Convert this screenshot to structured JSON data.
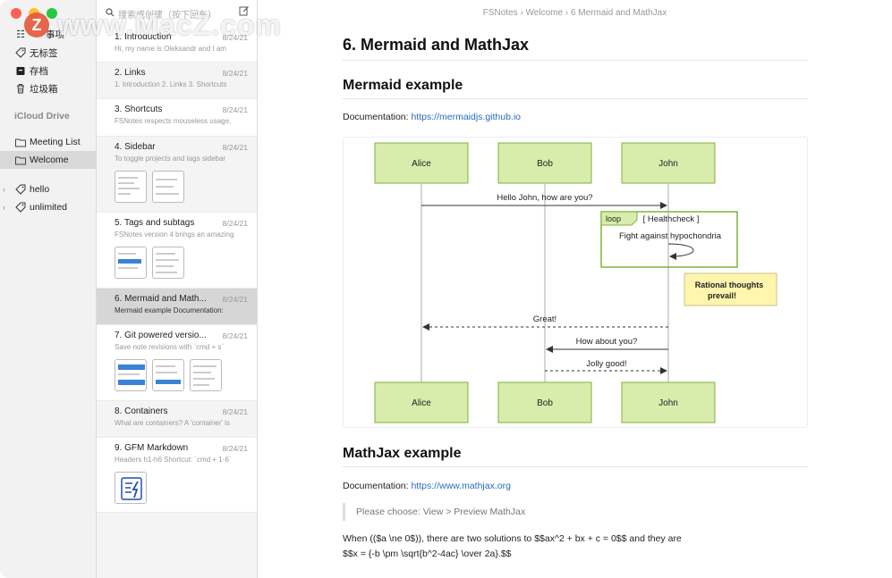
{
  "sidebar": {
    "items": [
      {
        "label": "事项",
        "icon": "list-icon"
      },
      {
        "label": "无标签",
        "icon": "tag-icon"
      },
      {
        "label": "存档",
        "icon": "archive-icon"
      },
      {
        "label": "垃圾箱",
        "icon": "trash-icon"
      }
    ],
    "section": "iCloud Drive",
    "folders": [
      {
        "label": "Meeting List",
        "icon": "folder-icon"
      },
      {
        "label": "Welcome",
        "icon": "folder-icon"
      }
    ],
    "tags": [
      {
        "label": "hello",
        "icon": "tag-icon"
      },
      {
        "label": "unlimited",
        "icon": "tag-icon"
      }
    ]
  },
  "notelist": {
    "search_placeholder": "搜索或创建（按下回车）",
    "notes": [
      {
        "title": "1. Introduction",
        "date": "8/24/21",
        "preview": "Hi, my name is Oleksandr and I am"
      },
      {
        "title": "2. Links",
        "date": "8/24/21",
        "preview": "1. Introduction 2. Links 3. Shortcuts"
      },
      {
        "title": "3. Shortcuts",
        "date": "8/24/21",
        "preview": "FSNotes respects mouseless usage,"
      },
      {
        "title": "4. Sidebar",
        "date": "8/24/21",
        "preview": "To toggle projects and tags sidebar"
      },
      {
        "title": "5. Tags and subtags",
        "date": "8/24/21",
        "preview": "FSNotes version 4 brings an amazing"
      },
      {
        "title": "6. Mermaid and Math...",
        "date": "8/24/21",
        "preview": "Mermaid example Documentation:"
      },
      {
        "title": "7. Git powered versio...",
        "date": "8/24/21",
        "preview": "Save note revisions with `cmd + s`"
      },
      {
        "title": "8. Containers",
        "date": "8/24/21",
        "preview": "What are containers? A 'container' is"
      },
      {
        "title": "9. GFM Markdown",
        "date": "8/24/21",
        "preview": "Headers h1-h6 Shortcut: `cmd + 1-6`"
      }
    ]
  },
  "editor": {
    "breadcrumb": "FSNotes › Welcome › 6 Mermaid and MathJax",
    "title": "6. Mermaid and MathJax",
    "mermaid_heading": "Mermaid example",
    "doc_label": "Documentation:",
    "mermaid_link": "https://mermaidjs.github.io",
    "mathjax_heading": "MathJax example",
    "mathjax_link": "https://www.mathjax.org",
    "quote": "Please choose: View > Preview MathJax",
    "math_line1": "When (($a \\ne 0$)), there are two solutions to $$ax^2 + bx + c = 0$$ and they are",
    "math_line2": "$$x = {-b \\pm \\sqrt{b^2-4ac} \\over 2a}.$$"
  },
  "diagram": {
    "actors": [
      "Alice",
      "Bob",
      "John"
    ],
    "msg1": "Hello John, how are you?",
    "loop_label": "loop",
    "loop_title": "[ Healthcheck ]",
    "loop_text": "Fight against hypochondria",
    "note": "Rational thoughts prevail!",
    "msg2": "Great!",
    "msg3": "How about you?",
    "msg4": "Jolly good!"
  },
  "watermark": {
    "logo": "Z",
    "text": "www.MacZ.com"
  },
  "colors": {
    "actor_fill": "#d8ecab",
    "actor_stroke": "#82b13d",
    "note_fill": "#fff5ad",
    "link": "#2a6cc2",
    "selected_note": "#d6d6d6"
  }
}
